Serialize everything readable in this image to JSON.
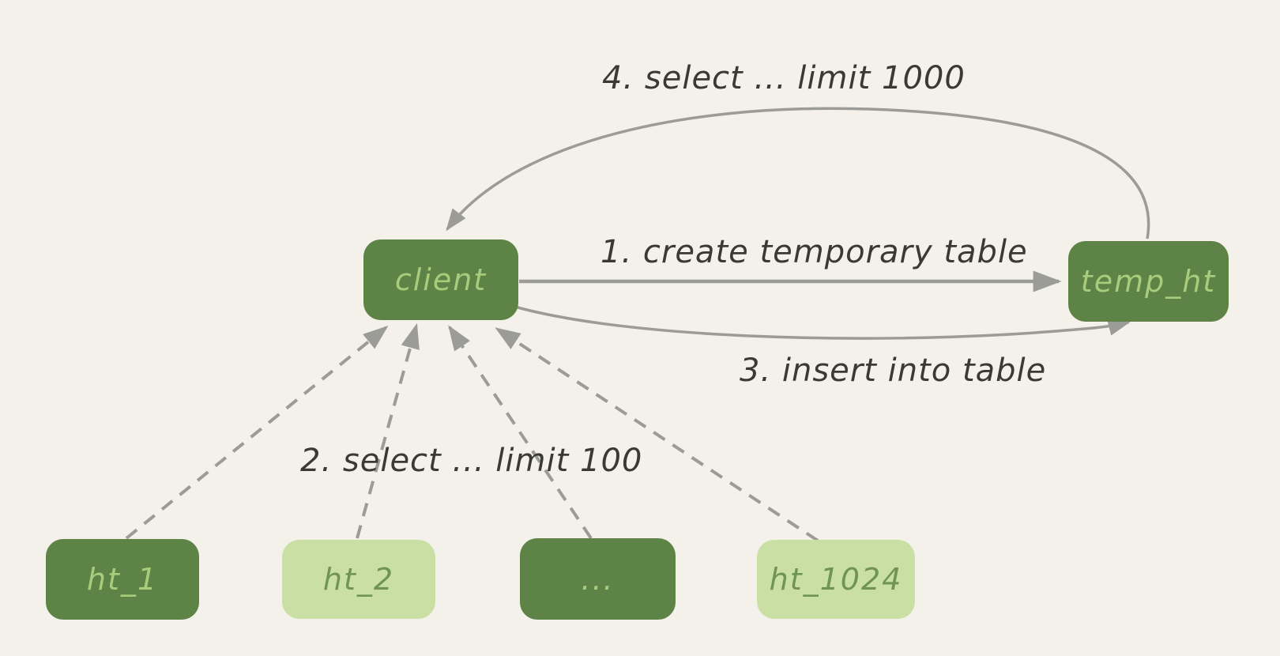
{
  "diagram": {
    "colors": {
      "bg": "#f3f1ea",
      "dark_green": "#5d8346",
      "light_green": "#c9dfa3",
      "text_on_dark": "#a9cb7c",
      "text_on_light": "#6f9454",
      "arrow_gray": "#9b9b97",
      "label_text": "#3a3a35"
    },
    "nodes": {
      "client": "client",
      "temp_ht": "temp_ht",
      "ht_1": "ht_1",
      "ht_2": "ht_2",
      "ellipsis": "...",
      "ht_1024": "ht_1024"
    },
    "edges": {
      "step1": "1. create temporary table",
      "step2": "2. select ... limit 100",
      "step3": "3. insert into table",
      "step4": "4. select ... limit 1000"
    }
  }
}
